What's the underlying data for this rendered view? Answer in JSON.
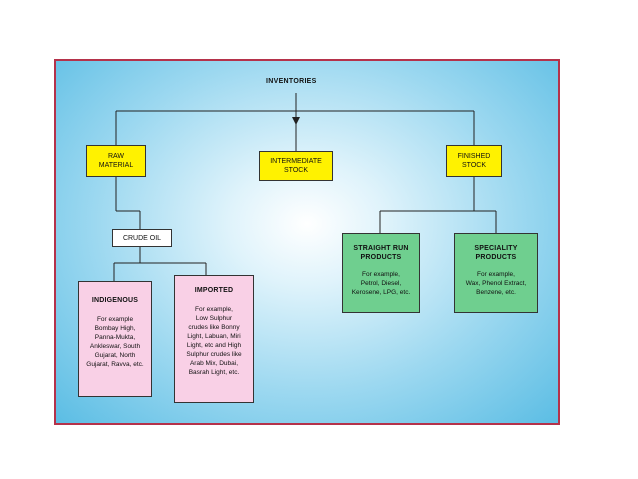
{
  "root": {
    "label": "INVENTORIES"
  },
  "raw_material": {
    "line1": "RAW",
    "line2": "MATERIAL"
  },
  "intermediate": {
    "line1": "INTERMEDIATE",
    "line2": "STOCK"
  },
  "finished": {
    "line1": "FINISHED",
    "line2": "STOCK"
  },
  "crude_oil": {
    "label": "CRUDE OIL"
  },
  "indigenous": {
    "title": "INDIGENOUS",
    "lines": [
      "For example",
      "Bombay High,",
      "Panna-Mukta,",
      "Ankleswar, South",
      "Gujarat, North",
      "Gujarat, Ravva, etc."
    ]
  },
  "imported": {
    "title": "IMPORTED",
    "lines": [
      "For example,",
      "Low Sulphur",
      "crudes like Bonny",
      "Light, Labuan, Miri",
      "Light, etc and High",
      "Sulphur crudes like",
      "Arab Mix, Dubai,",
      "Basrah Light, etc."
    ]
  },
  "straight_run": {
    "line1": "STRAIGHT RUN",
    "line2": "PRODUCTS",
    "lines": [
      "For example,",
      "Petrol, Diesel,",
      "Kerosene, LPG, etc."
    ]
  },
  "speciality": {
    "line1": "SPECIALITY",
    "line2": "PRODUCTS",
    "lines": [
      "For example,",
      "Wax, Phenol Extract,",
      "Benzene, etc."
    ]
  },
  "colors": {
    "border": "#b5324a",
    "yellow": "#fff200",
    "pink": "#f9d0e6",
    "green": "#6fcf8f"
  }
}
